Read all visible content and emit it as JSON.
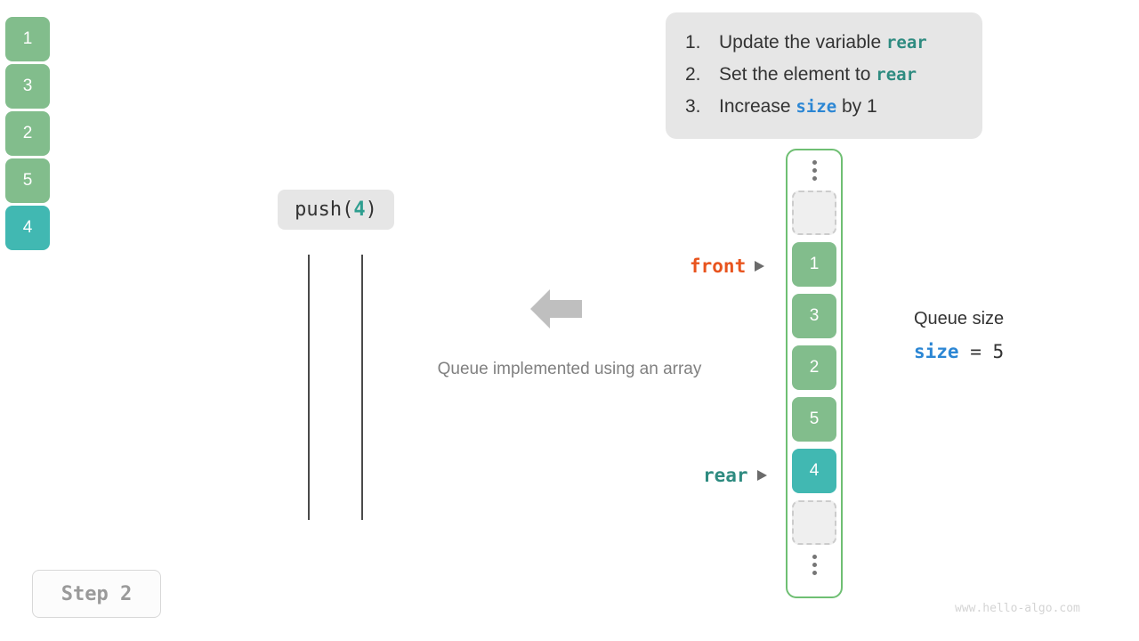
{
  "instructions": {
    "steps": [
      {
        "num": "1.",
        "pre": "Update the variable ",
        "code": "rear",
        "code_style": "teal",
        "post": ""
      },
      {
        "num": "2.",
        "pre": "Set the element to ",
        "code": "rear",
        "code_style": "teal",
        "post": ""
      },
      {
        "num": "3.",
        "pre": "Increase ",
        "code": "size",
        "code_style": "blue",
        "post": " by 1"
      }
    ]
  },
  "operation": {
    "name": "push(",
    "arg": "4",
    "close": ")"
  },
  "left_array": {
    "cells": [
      {
        "value": "1",
        "style": "green"
      },
      {
        "value": "3",
        "style": "green"
      },
      {
        "value": "2",
        "style": "green"
      },
      {
        "value": "5",
        "style": "green"
      },
      {
        "value": "4",
        "style": "teal"
      }
    ]
  },
  "center": {
    "arrow_icon": "arrow-left-icon",
    "caption": "Queue implemented using an array"
  },
  "queue": {
    "top_ellipsis": "vertical-ellipsis-icon",
    "bottom_ellipsis": "vertical-ellipsis-icon",
    "cells": [
      {
        "value": "",
        "style": "empty"
      },
      {
        "value": "1",
        "style": "green"
      },
      {
        "value": "3",
        "style": "green"
      },
      {
        "value": "2",
        "style": "green"
      },
      {
        "value": "5",
        "style": "green"
      },
      {
        "value": "4",
        "style": "teal"
      },
      {
        "value": "",
        "style": "empty"
      }
    ],
    "pointers": {
      "front": "front",
      "rear": "rear"
    }
  },
  "size_readout": {
    "title": "Queue size",
    "var": "size",
    "operator": " = ",
    "value": "5"
  },
  "step_badge": {
    "label": "Step 2"
  },
  "watermark": {
    "text": "www.hello-algo.com"
  },
  "colors": {
    "green_cell": "#82bd8c",
    "teal_cell": "#41b8b2",
    "empty_cell": "#efefef",
    "container_border": "#6fbf73",
    "front_accent": "#e8541e",
    "rear_accent": "#2e8b80",
    "size_accent": "#2b86d4",
    "panel_bg": "#e6e6e6",
    "caption_gray": "#808080"
  }
}
